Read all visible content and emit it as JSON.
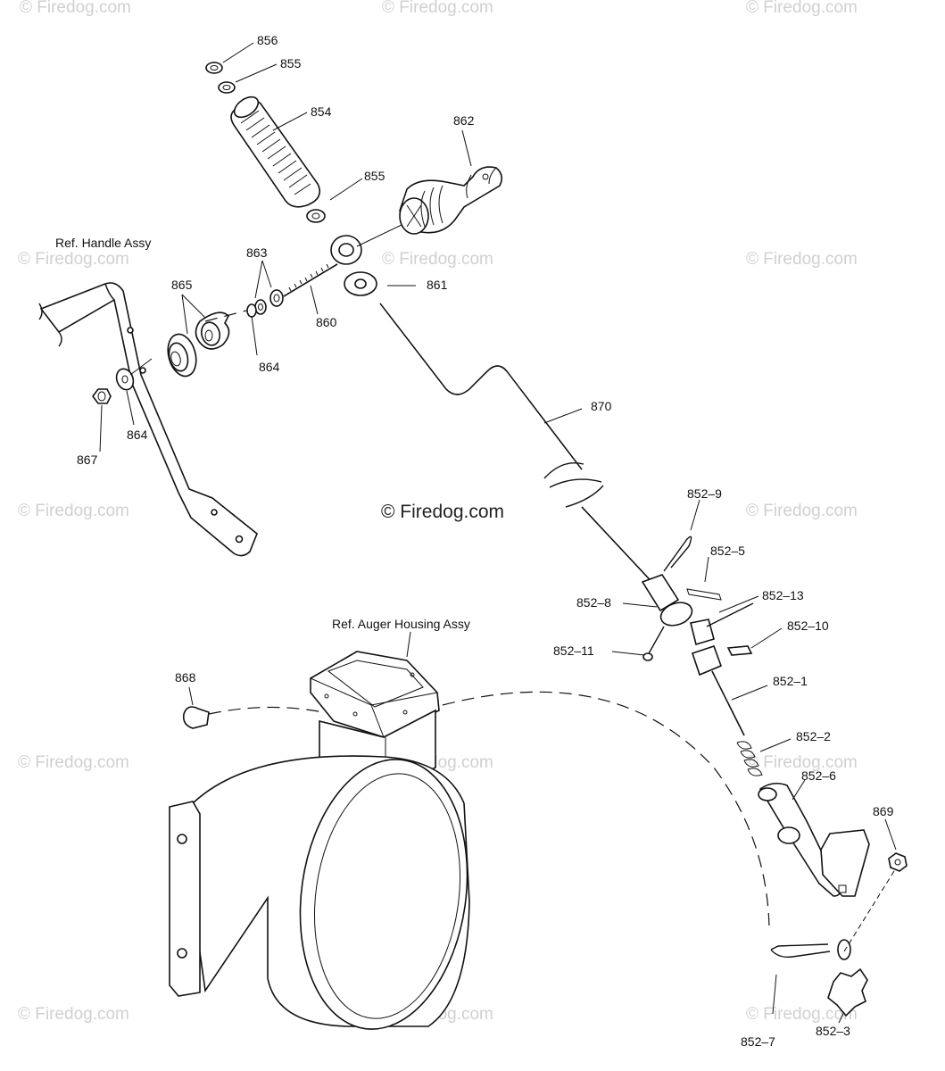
{
  "watermarks": {
    "text": "© Firedog.com",
    "center_text": "© Firedog.com"
  },
  "references": {
    "handle": "Ref. Handle Assy",
    "auger_housing": "Ref. Auger Housing Assy"
  },
  "part_labels": {
    "p856": "856",
    "p855a": "855",
    "p854": "854",
    "p855b": "855",
    "p862": "862",
    "p863": "863",
    "p865": "865",
    "p861": "861",
    "p860": "860",
    "p864a": "864",
    "p864b": "864",
    "p867": "867",
    "p870": "870",
    "p852_9": "852–9",
    "p852_5": "852–5",
    "p852_8": "852–8",
    "p852_13": "852–13",
    "p852_10": "852–10",
    "p852_11": "852–11",
    "p852_1": "852–1",
    "p852_2": "852–2",
    "p852_6": "852–6",
    "p869": "869",
    "p868": "868",
    "p852_7": "852–7",
    "p852_3": "852–3"
  }
}
